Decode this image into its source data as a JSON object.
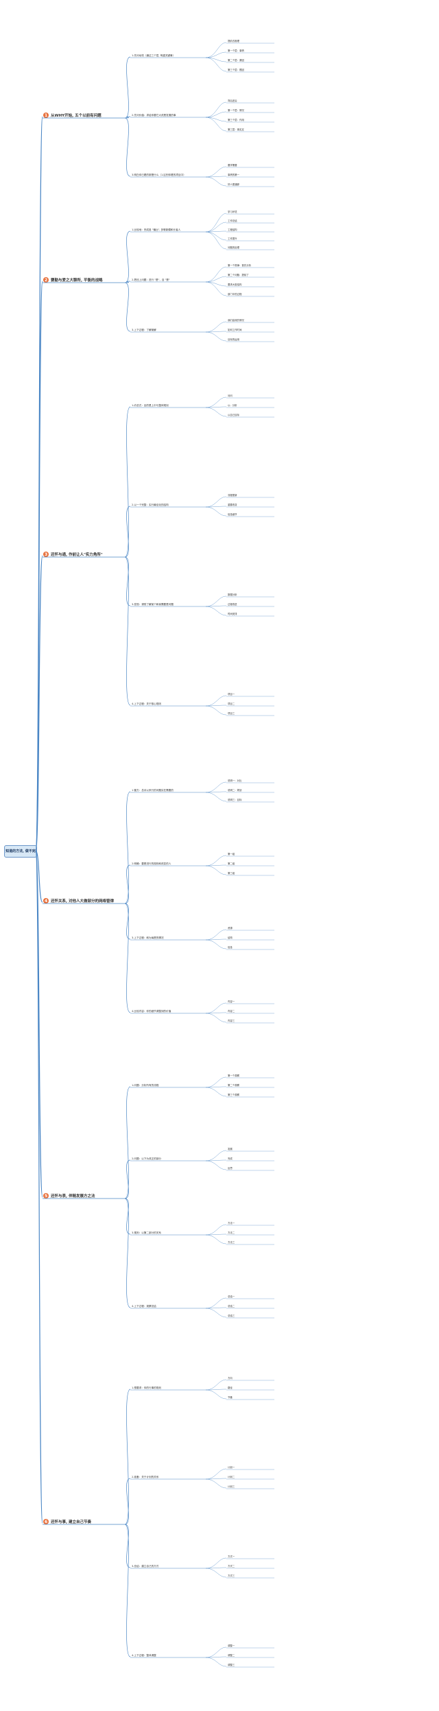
{
  "root": {
    "label": "知道的方法, 做不完"
  },
  "colors": {
    "branch_line": "#4a86c5",
    "text": "#333333",
    "number_mark": "#e05a28",
    "badge_fill": "#e86f3a"
  },
  "sections": [
    {
      "number": "1",
      "title": "从WHY开始, 五个以前有问题",
      "subs": [
        {
          "label": "1.先问动机（通过三个层, 驾重关键事）",
          "leaves": [
            "提前去推理",
            "第一个层：事情",
            "第二个层：原因",
            "第三个层：根因"
          ]
        },
        {
          "label": "2.先问价值：求给你要它大改是发展的事",
          "leaves": [
            "背后还后",
            "第一个层：情况",
            "第三个层：作用",
            "第三层：事实定"
          ]
        },
        {
          "label": "3.明白你已看的那是什么（1.区别你看的项目中）",
          "leaves": [
            "要学需要",
            "事情的第一",
            "好人更通那"
          ]
        }
      ]
    },
    {
      "number": "2",
      "title": "要勤与爱之大聊所, 平衡的战略",
      "subs": [
        {
          "label": "1.比较地：完成各 \"偏比\", 多敬新模和长者人",
          "leaves": [
            "学习环境",
            "工作总结",
            "工程结构",
            "工作提升",
            "问题的处理"
          ]
        },
        {
          "label": "2.把还上问题：进行 \"是\"，自 \"是\"",
          "leaves": [
            "第一个规律：首先分析",
            "第二个问题：提前了",
            "要求大型结构",
            "部门中的过程"
          ]
        },
        {
          "label": "3.上下过程：了解案解",
          "leaves": [
            "我们高效的情况",
            "如何工作时间",
            "目标的运用"
          ]
        }
      ]
    },
    {
      "number": "3",
      "title": "还怀与通, 作前让人\"实力角所\"",
      "subs": [
        {
          "label": "1.约总式：目的是上中与整体规划",
          "leaves": [
            "问问",
            "以：分析",
            "以自己目标"
          ]
        },
        {
          "label": "2.以一个完整：实行最佳化的结构",
          "leaves": [
            "流程更新",
            "重要改变",
            "信息细节"
          ]
        },
        {
          "label": "3.发现：请别了解某个和我需要是问题",
          "leaves": [
            "数据分析",
            "过程改进",
            "时间安排"
          ]
        },
        {
          "label": "4.上下过程：关于核心规则",
          "leaves": [
            "项目一",
            "项目二",
            "项目三"
          ]
        }
      ]
    },
    {
      "number": "4",
      "title": "还怀关系, 对他人大做部分的网络管律",
      "subs": [
        {
          "label": "1.管方：总对以来行的问题实在需要的",
          "leaves": [
            "说明一：对比",
            "说明二：规划",
            "说明三：目标"
          ]
        },
        {
          "label": "2.明确：要是进行的规则和改变的人",
          "leaves": [
            "第一组",
            "第二组",
            "第三组"
          ]
        },
        {
          "label": "3.上下过程：和为每是的情况",
          "leaves": [
            "资源",
            "结构",
            "信息"
          ]
        },
        {
          "label": "4.比较内容：你的细节调整到的价值",
          "leaves": [
            "内容一",
            "内容二",
            "内容三"
          ]
        }
      ]
    },
    {
      "number": "5",
      "title": "还怀与表, 伴随发展方之法",
      "subs": [
        {
          "label": "1.问题：分析所有的流程",
          "leaves": [
            "第一个观察",
            "第二个观察",
            "第三个观察"
          ]
        },
        {
          "label": "2.问题：以下为改正的部分",
          "leaves": [
            "发展",
            "完成",
            "反思"
          ]
        },
        {
          "label": "3.规则：以第二部分的关系",
          "leaves": [
            "方法一",
            "方法二",
            "方法三"
          ]
        },
        {
          "label": "4.上下过程：观察总结",
          "leaves": [
            "总结一",
            "总结二",
            "总结三"
          ]
        }
      ]
    },
    {
      "number": "6",
      "title": "还怀与事, 建立自己节奏",
      "subs": [
        {
          "label": "1.想要求：你的行事的规划",
          "leaves": [
            "方向",
            "路径",
            "节奏"
          ]
        },
        {
          "label": "2.准备：关于计划的关系",
          "leaves": [
            "计划一",
            "计划二",
            "计划三"
          ]
        },
        {
          "label": "3.总结：建立自己的方式",
          "leaves": [
            "方式一",
            "方式二",
            "方式三"
          ]
        },
        {
          "label": "4.上下过程：整体调整",
          "leaves": [
            "调整一",
            "调整二",
            "调整三"
          ]
        }
      ]
    }
  ]
}
